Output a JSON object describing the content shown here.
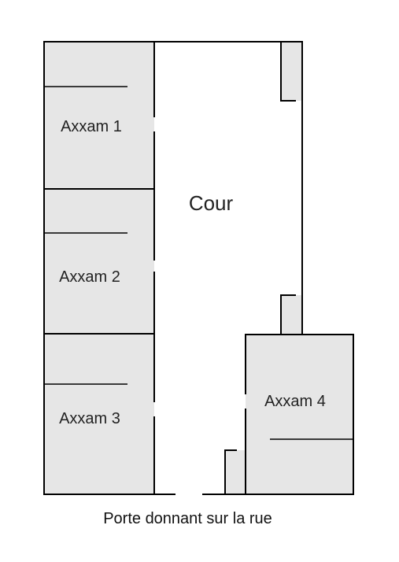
{
  "rooms": {
    "axxam1": "Axxam 1",
    "axxam2": "Axxam 2",
    "axxam3": "Axxam 3",
    "axxam4": "Axxam 4",
    "cour": "Cour"
  },
  "caption": "Porte donnant sur la rue",
  "colors": {
    "room_fill": "#e6e6e6",
    "wall": "#000000",
    "background": "#ffffff"
  }
}
